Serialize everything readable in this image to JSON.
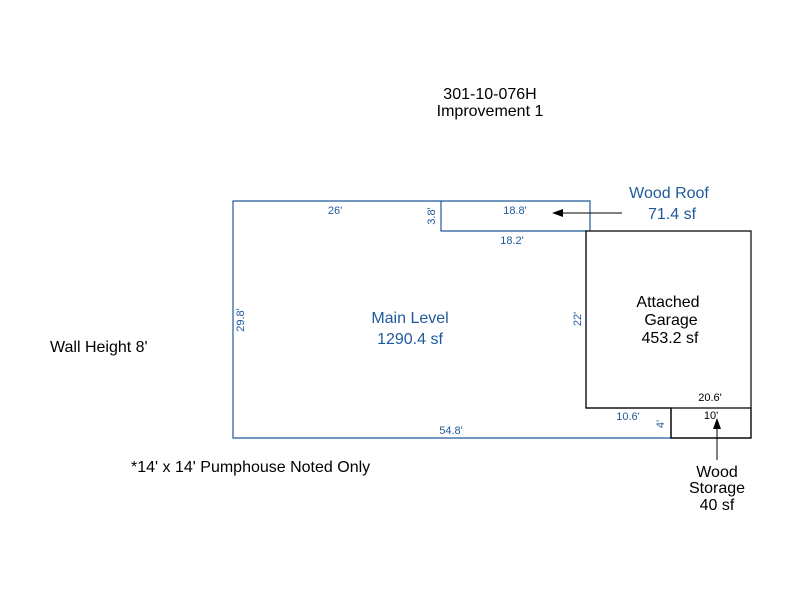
{
  "header": {
    "parcel_id": "301-10-076H",
    "improvement": "Improvement 1"
  },
  "notes": {
    "wall_height": "Wall Height 8'",
    "pumphouse": "*14' x 14' Pumphouse Noted Only"
  },
  "areas": {
    "main_level": {
      "name": "Main Level",
      "size": "1290.4 sf"
    },
    "garage": {
      "name_line1": "Attached",
      "name_line2": "Garage",
      "size": "453.2 sf"
    },
    "wood_roof": {
      "name": "Wood Roof",
      "size": "71.4 sf"
    },
    "wood_storage": {
      "name_line1": "Wood",
      "name_line2": "Storage",
      "size": "40 sf"
    }
  },
  "dimensions": {
    "main_top": "26'",
    "main_left": "29.8'",
    "main_bottom": "54.8'",
    "main_right": "22'",
    "roof_top": "18.8'",
    "roof_bottom": "18.2'",
    "roof_side": "3.8'",
    "garage_bottom": "20.6'",
    "garage_left_bottom": "10.6'",
    "storage_side": "4'",
    "storage_top": "10'"
  },
  "colors": {
    "main_outline": "#1f5a9b",
    "garage_outline": "#000000",
    "label_blue": "#1f5a9b"
  }
}
